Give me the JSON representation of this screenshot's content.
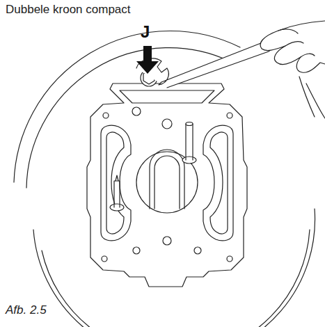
{
  "diagram": {
    "title": "Dubbele kroon compact",
    "caption": "Afb. 2.5",
    "labels": [
      "J"
    ]
  }
}
